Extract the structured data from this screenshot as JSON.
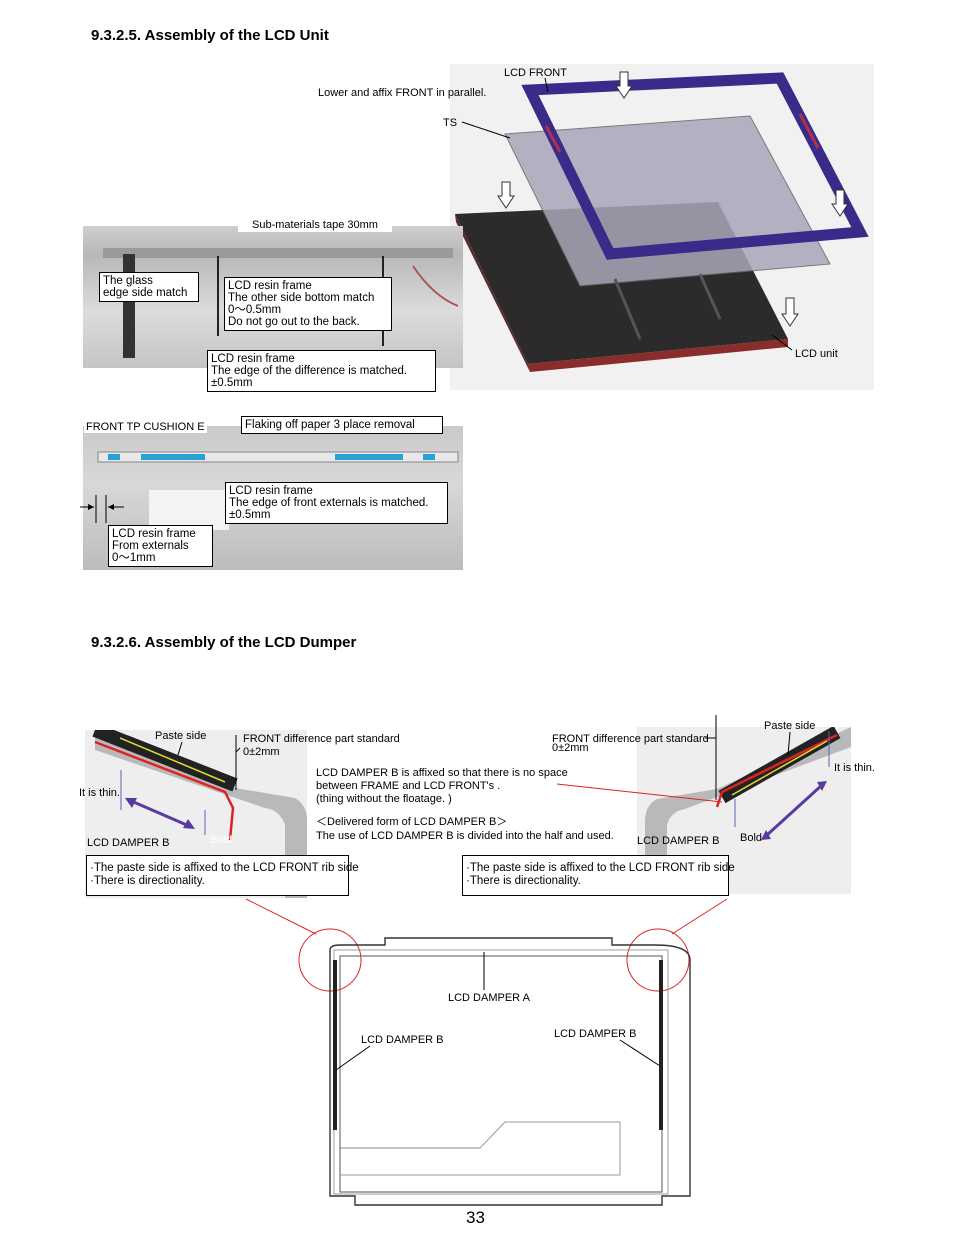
{
  "section1": {
    "heading": "9.3.2.5. Assembly of the LCD Unit",
    "lcd_front": "LCD FRONT",
    "lower_affix": "Lower and affix FRONT in parallel.",
    "ts": "TS",
    "lcd_unit": "LCD unit",
    "tape": "Sub-materials tape 30mm",
    "glass_box": [
      "The glass",
      "edge side match"
    ],
    "resin_box1": [
      "LCD resin frame",
      "The other side bottom match",
      "0～0.5mm",
      "Do not go out to the back."
    ],
    "resin_box2": [
      "LCD resin frame",
      "The edge of the difference is matched.",
      "±0.5mm"
    ],
    "cushion": "FRONT TP CUSHION  E",
    "flaking": "Flaking off paper 3 place removal",
    "resin_box3": [
      "LCD resin frame",
      "The edge of front externals is matched.",
      "±0.5mm"
    ],
    "resin_box4": [
      "LCD resin frame",
      "From externals",
      "0～1mm"
    ]
  },
  "section2": {
    "heading": "9.3.2.6. Assembly of the LCD Dumper",
    "left_paste": "Paste side",
    "left_front_diff": "FRONT difference part standard",
    "left_tol": "0±2mm",
    "left_thin": "It is thin.",
    "left_damper": "LCD DAMPER B",
    "left_bold": "Bold",
    "left_box": [
      "·The paste side is affixed to the LCD FRONT rib side",
      "·There is directionality."
    ],
    "center_note": [
      "LCD DAMPER B is affixed so that there is no space",
      " between FRAME and LCD FRONT's .",
      "(thing without the floatage. )"
    ],
    "delivered": "＜Delivered form of LCD DAMPER B＞",
    "half_use": "The use of LCD DAMPER B is divided into the half and used.",
    "right_front_diff": "FRONT difference part standard",
    "right_tol": "0±2mm",
    "right_paste": "Paste side",
    "right_thin": "It is thin.",
    "right_damper": "LCD DAMPER B",
    "right_bold": "Bold",
    "right_box": [
      "·The paste side is affixed to the LCD FRONT rib side",
      "·There is directionality."
    ],
    "damper_a": "LCD DAMPER A",
    "damper_b_left": "LCD DAMPER B",
    "damper_b_right": "LCD DAMPER B"
  },
  "page_number": "33"
}
